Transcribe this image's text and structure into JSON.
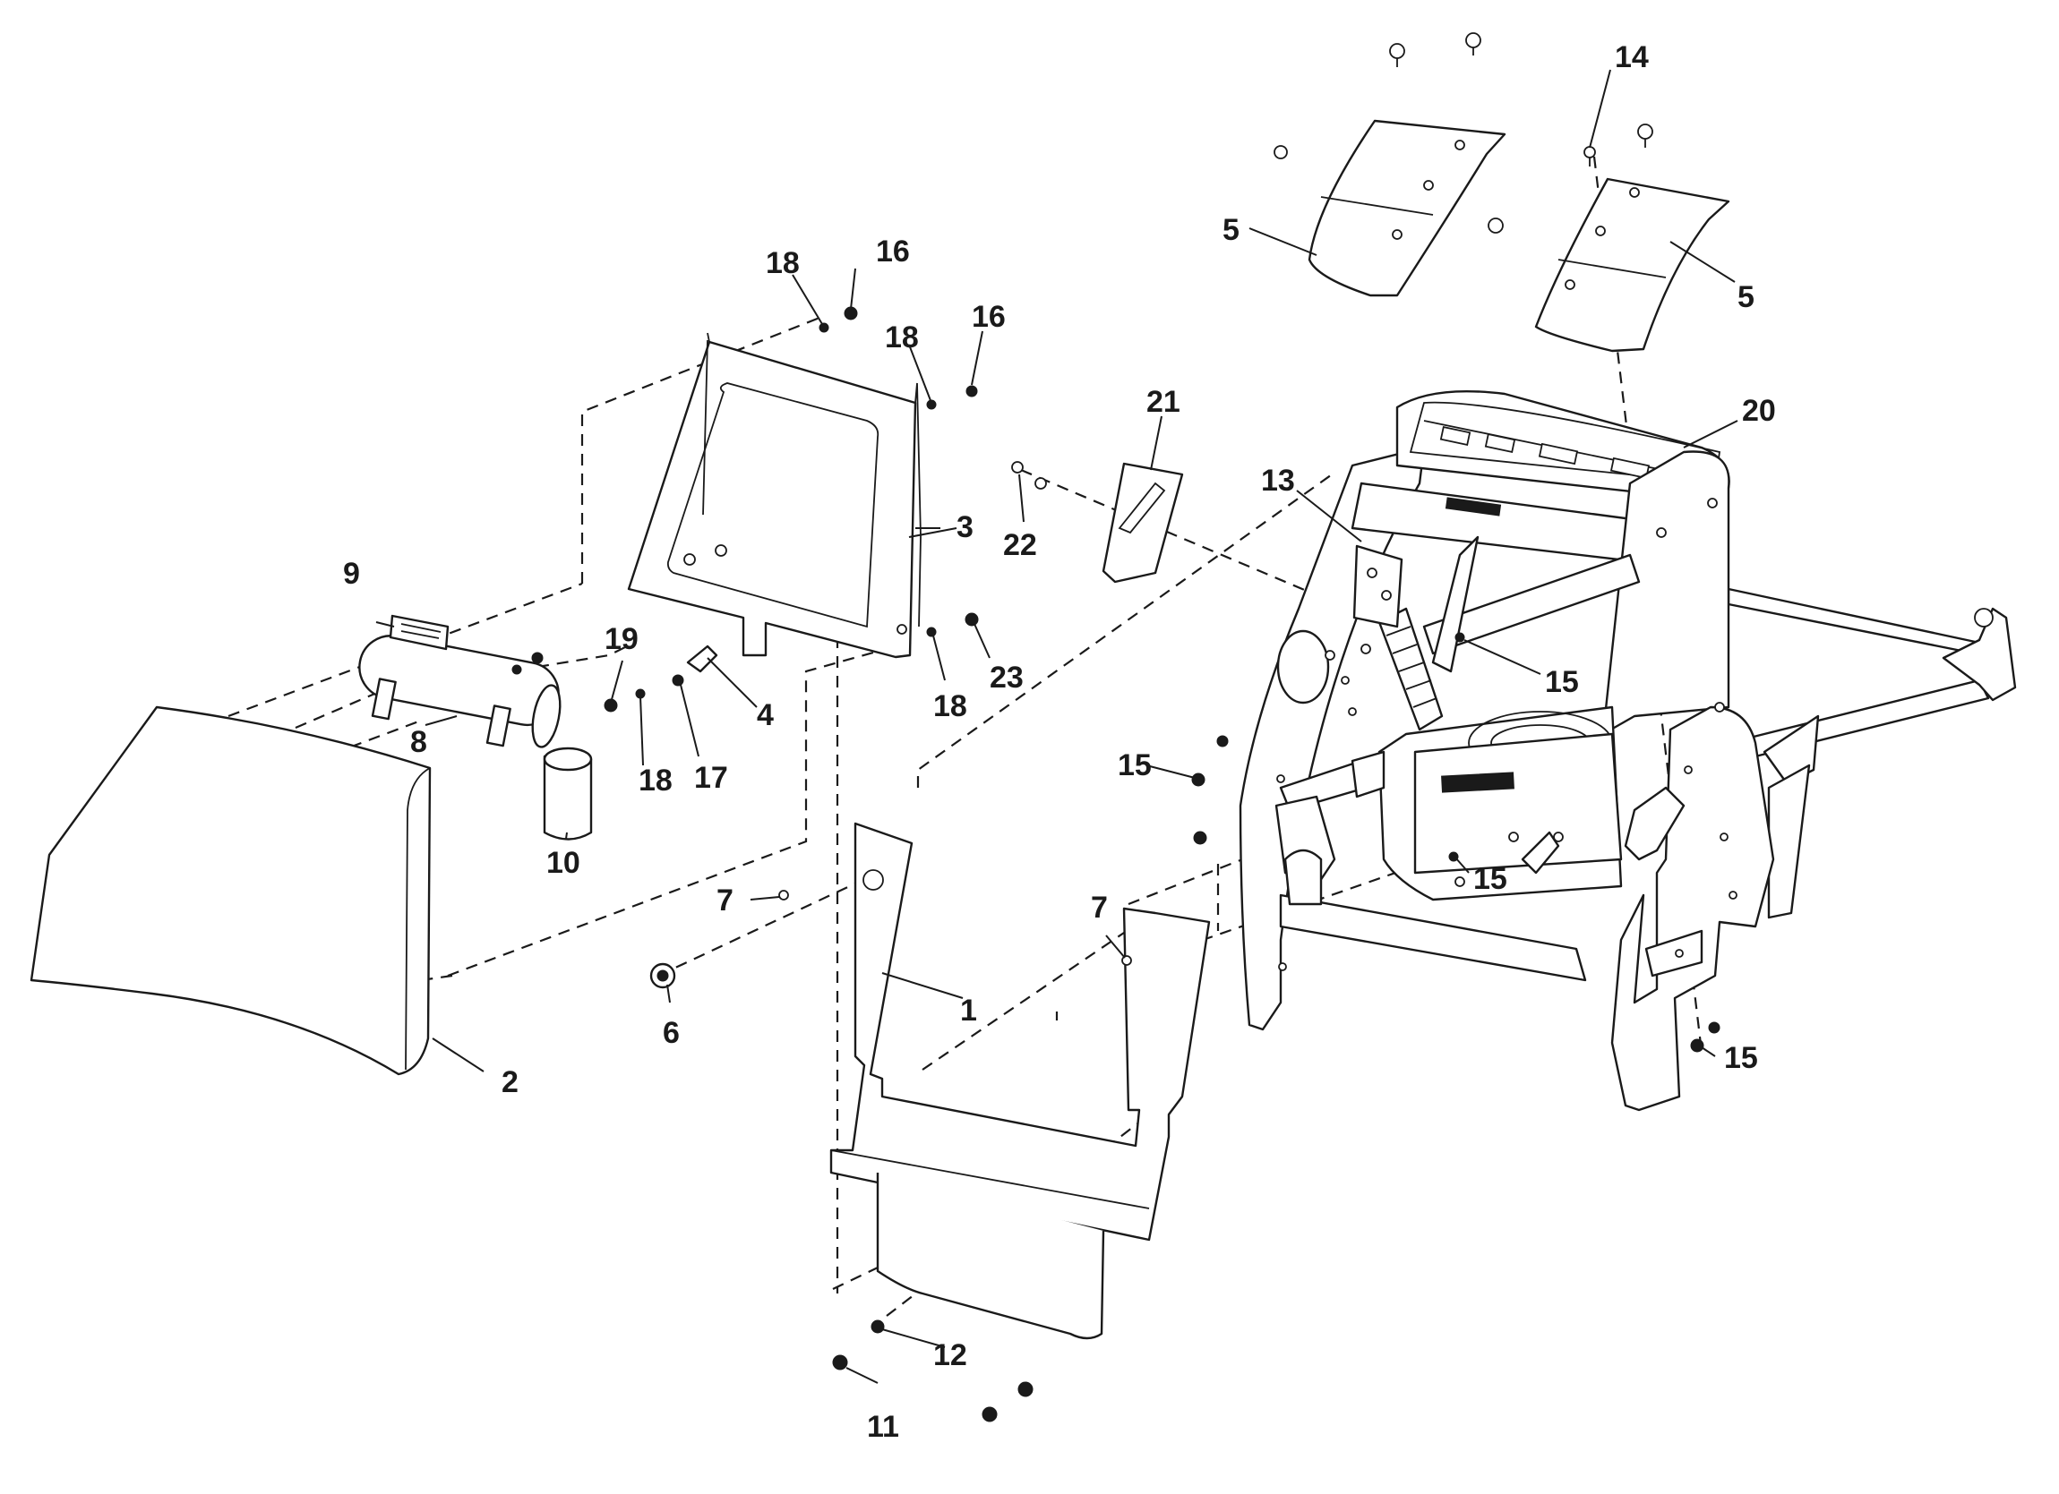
{
  "callouts": {
    "c1": "1",
    "c2": "2",
    "c3": "3",
    "c4": "4",
    "c5a": "5",
    "c5b": "5",
    "c6": "6",
    "c7a": "7",
    "c7b": "7",
    "c8": "8",
    "c9": "9",
    "c10": "10",
    "c11": "11",
    "c12": "12",
    "c13": "13",
    "c14": "14",
    "c15a": "15",
    "c15b": "15",
    "c15c": "15",
    "c15d": "15",
    "c16a": "16",
    "c16b": "16",
    "c17": "17",
    "c18a": "18",
    "c18b": "18",
    "c18c": "18",
    "c18d": "18",
    "c19": "19",
    "c20": "20",
    "c21": "21",
    "c22": "22",
    "c23": "23"
  },
  "colors": {
    "line": "#1a1a1a",
    "background": "#ffffff"
  }
}
